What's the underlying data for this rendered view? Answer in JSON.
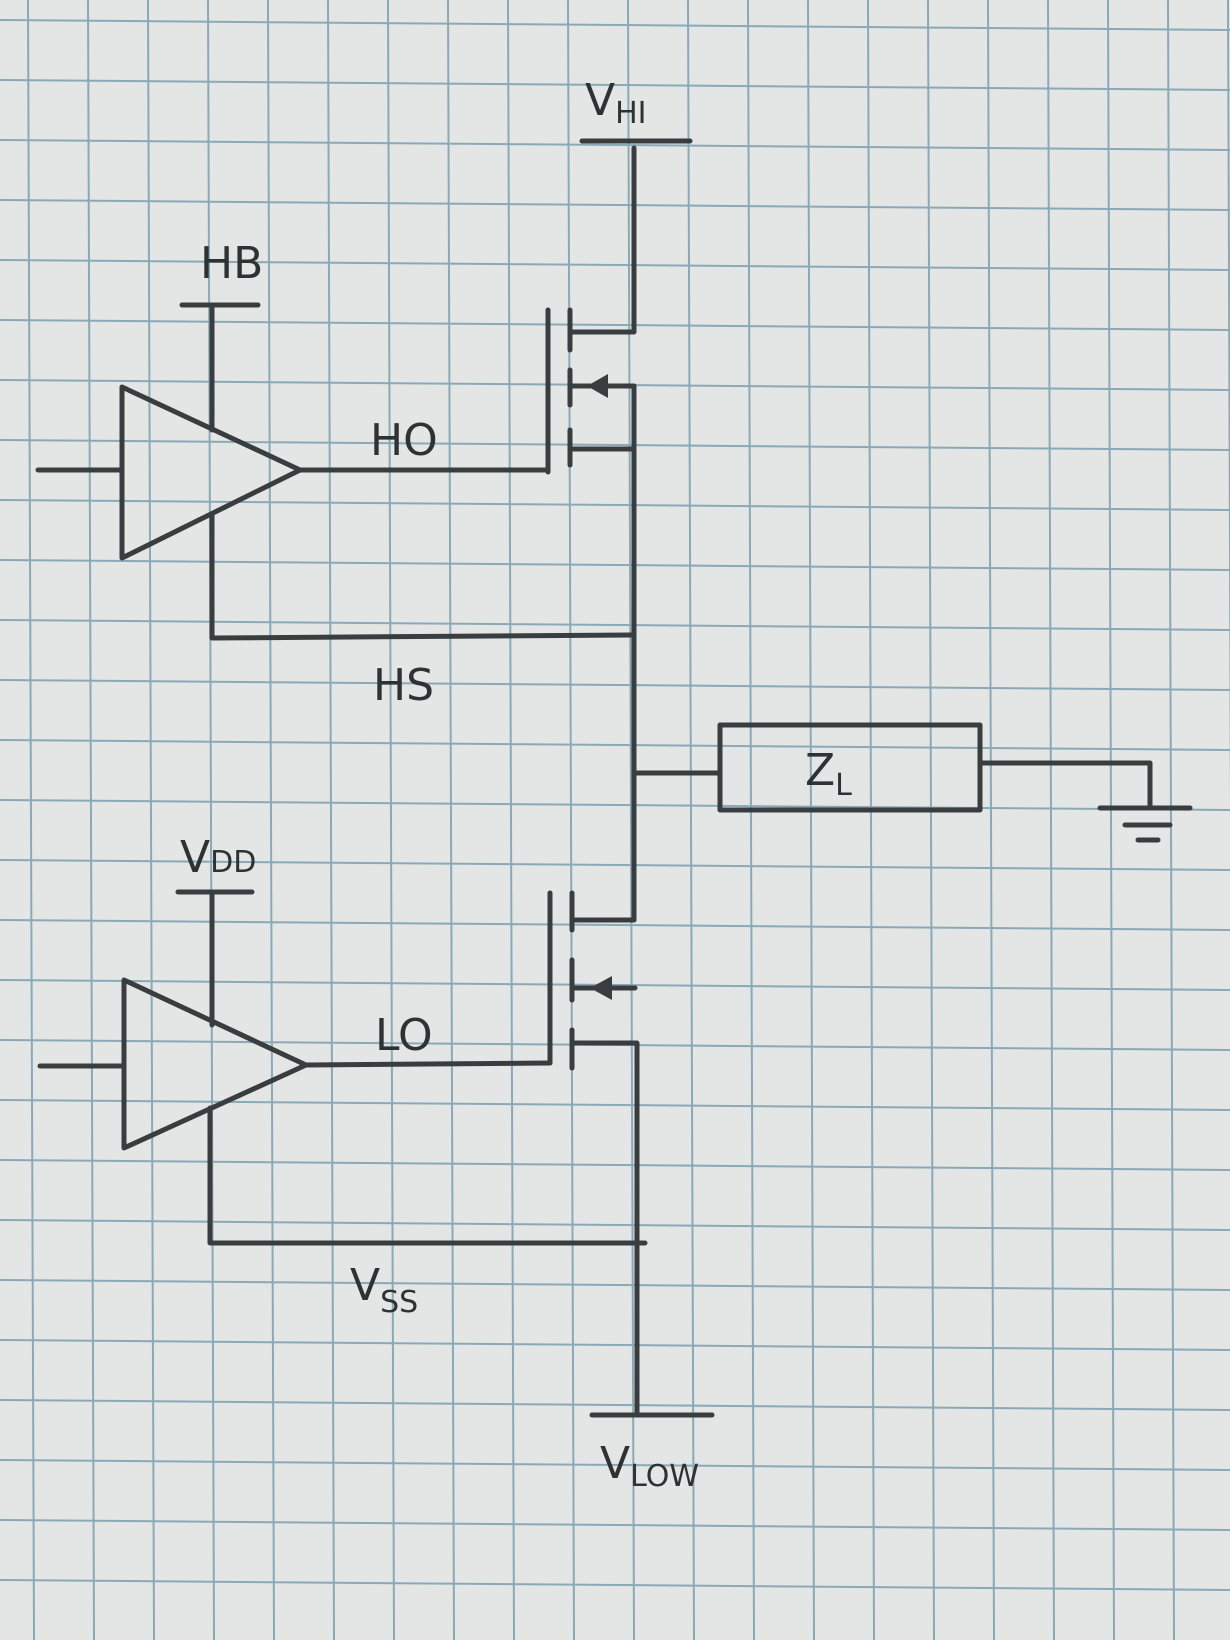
{
  "labels": {
    "v_hi": "V",
    "v_hi_sub": "HI",
    "hb": "HB",
    "ho": "HO",
    "hs": "HS",
    "z_l": "Z",
    "z_l_sub": "L",
    "v_dd": "V",
    "v_dd_sub": "DD",
    "lo": "LO",
    "v_ss": "V",
    "v_ss_sub": "SS",
    "v_low": "V",
    "v_low_sub": "LOW"
  },
  "colors": {
    "paper": "#e4e6e6",
    "grid": "#8aa9b6",
    "ink": "#3a3d3f"
  }
}
